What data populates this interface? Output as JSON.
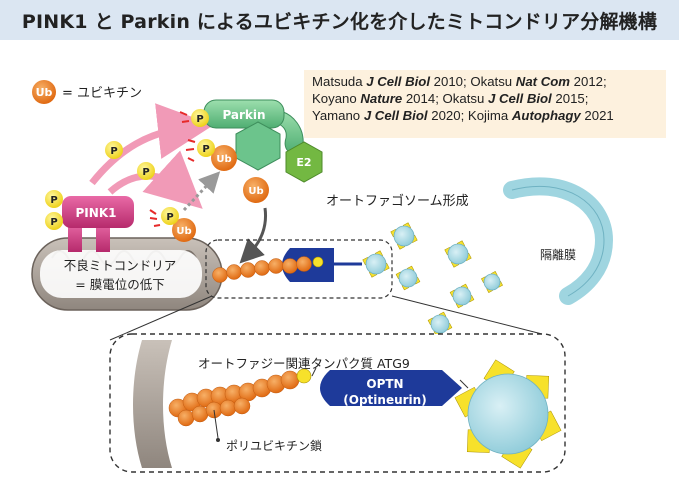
{
  "title": "PINK1 と Parkin によるユビキチン化を介したミトコンドリア分解機構",
  "legend": {
    "ub_symbol": "Ub",
    "ub_meaning": "= ユビキチン"
  },
  "references": [
    [
      {
        "t": "Matsuda "
      },
      {
        "t": "J Cell Biol",
        "j": true
      },
      {
        "t": " 2010; Okatsu "
      },
      {
        "t": "Nat Com",
        "j": true
      },
      {
        "t": " 2012;"
      }
    ],
    [
      {
        "t": "Koyano "
      },
      {
        "t": "Nature",
        "j": true
      },
      {
        "t": " 2014; Okatsu "
      },
      {
        "t": "J Cell Biol",
        "j": true
      },
      {
        "t": " 2015;"
      }
    ],
    [
      {
        "t": "Yamano "
      },
      {
        "t": "J Cell Biol",
        "j": true
      },
      {
        "t": " 2020; Kojima "
      },
      {
        "t": "Autophagy",
        "j": true
      },
      {
        "t": " 2021"
      }
    ]
  ],
  "labels": {
    "pink1": "PINK1",
    "parkin": "Parkin",
    "e2": "E2",
    "ub": "Ub",
    "p": "P",
    "damaged_mito_line1": "不良ミトコンドリア",
    "damaged_mito_line2": "= 膜電位の低下",
    "autophagosome_formation": "オートファゴソーム形成",
    "isolation_membrane": "隔離膜",
    "autophagy_proteins": "オートファジー関連タンパク質 ATG9",
    "optn_line1": "OPTN",
    "optn_line2": "(Optineurin)",
    "polyubiquitin_chain": "ポリユビキチン鎖"
  },
  "colors": {
    "title_bg": "#dbe6f2",
    "refs_bg": "#fdf1de",
    "ub_orange": "#ee7d22",
    "p_yellow": "#f7e12b",
    "pink1_magenta": "#c9307a",
    "parkin_green": "#6cc48c",
    "e2_green": "#73b842",
    "optn_blue": "#1e3a9a",
    "vesicle_cyan": "#9fd5e0",
    "mito_gray": "#a9a098",
    "arrow_pink": "#f19ab7"
  }
}
